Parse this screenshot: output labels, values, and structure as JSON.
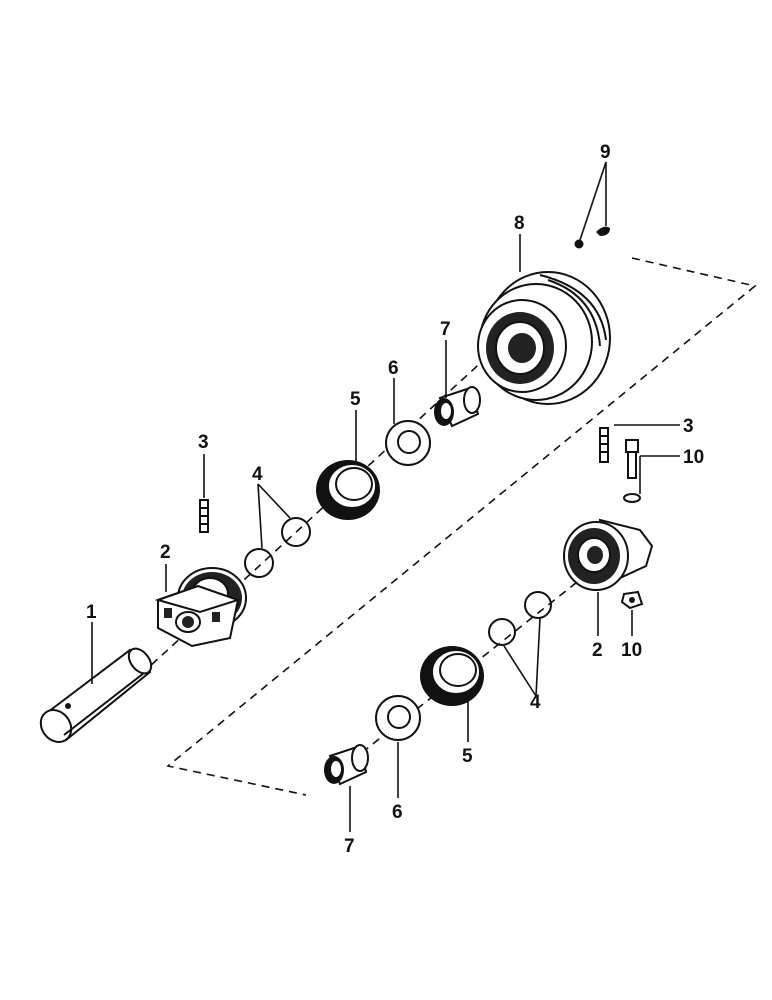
{
  "callouts": {
    "c1": "1",
    "c2_left": "2",
    "c3_left": "3",
    "c4_top": "4",
    "c5_top": "5",
    "c6_top": "6",
    "c7_top": "7",
    "c8": "8",
    "c9": "9",
    "c3_right": "3",
    "c10_top": "10",
    "c2_right": "2",
    "c10_bottom": "10",
    "c4_bottom": "4",
    "c5_bottom": "5",
    "c6_bottom": "6",
    "c7_bottom": "7"
  },
  "colors": {
    "ink": "#111111",
    "paper": "#ffffff"
  },
  "icons": {
    "shaft": "shaft-icon",
    "roller": "track-roller-icon",
    "collar": "collar-icon",
    "seal": "seal-icon",
    "washer": "washer-icon",
    "bushing": "bushing-icon",
    "o_ring": "o-ring-icon",
    "pin": "roll-pin-icon",
    "bolt": "bolt-icon",
    "nut": "nut-icon",
    "plug": "plug-icon"
  }
}
